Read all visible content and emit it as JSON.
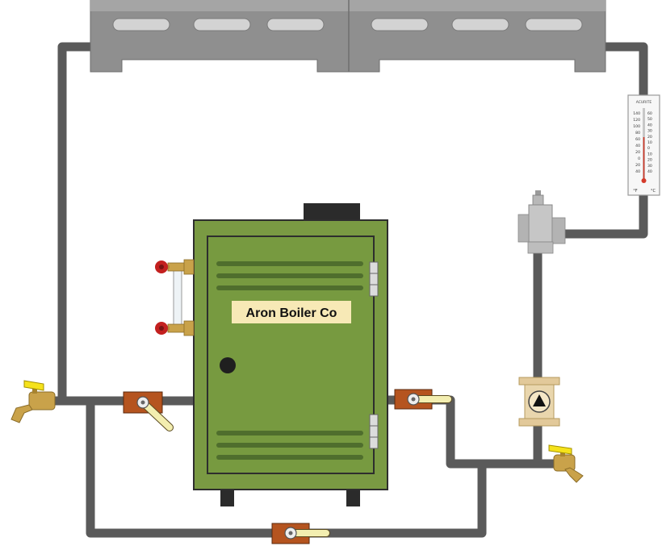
{
  "boiler": {
    "nameplate": "Aron Boiler Co",
    "body_color": "#7a9a43",
    "door_color": "#779a40"
  },
  "thermometer": {
    "brand": "ACURITE",
    "fahrenheit_unit": "°F",
    "celsius_unit": "°C",
    "fahrenheit_scale": [
      "140",
      "120",
      "100",
      "80",
      "60",
      "40",
      "20",
      "0",
      "20",
      "40"
    ],
    "celsius_scale": [
      "60",
      "50",
      "40",
      "30",
      "20",
      "10",
      "0",
      "10",
      "20",
      "30",
      "40"
    ]
  },
  "colors": {
    "pipe": "#5a5a5a",
    "radiator": "#8f8f8f",
    "valve_body": "#b5541f",
    "valve_handle": "#f3eeb0",
    "spigot_handle": "#f5e21b",
    "brass": "#c9a24a"
  }
}
